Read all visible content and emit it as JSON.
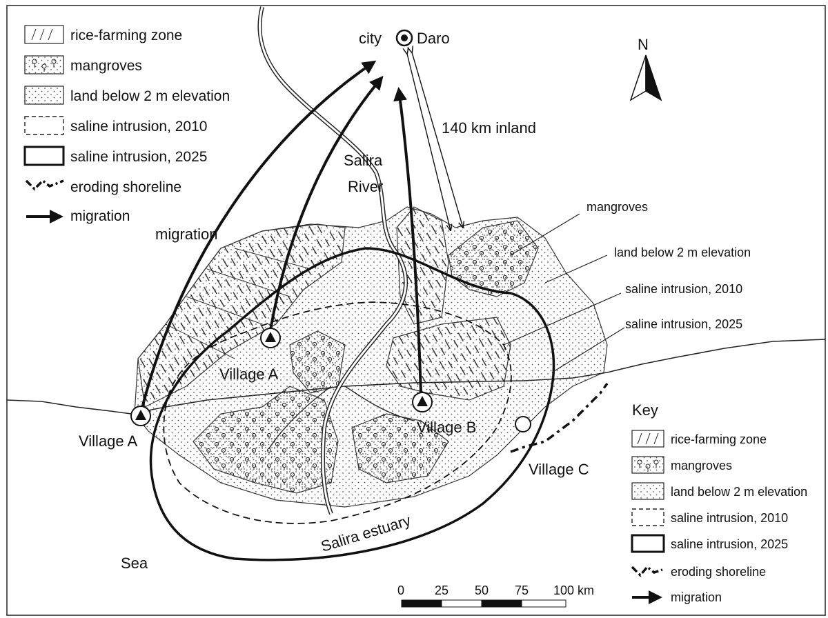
{
  "legend_top": {
    "items": [
      {
        "symbol": "rice",
        "label": "rice-farming zone"
      },
      {
        "symbol": "mangrove",
        "label": "mangroves"
      },
      {
        "symbol": "lowland",
        "label": "land below 2 m elevation"
      },
      {
        "symbol": "dashed",
        "label": "saline intrusion, 2010"
      },
      {
        "symbol": "bold",
        "label": "saline intrusion, 2025"
      },
      {
        "symbol": "erode",
        "label": "eroding shoreline"
      },
      {
        "symbol": "arrow",
        "label": "migration"
      }
    ]
  },
  "legend_key": {
    "title": "Key",
    "items": [
      {
        "symbol": "rice",
        "label": "rice-farming zone"
      },
      {
        "symbol": "mangrove",
        "label": "mangroves"
      },
      {
        "symbol": "lowland",
        "label": "land below 2 m elevation"
      },
      {
        "symbol": "dashed",
        "label": "saline intrusion, 2010"
      },
      {
        "symbol": "bold",
        "label": "saline intrusion, 2025"
      },
      {
        "symbol": "erode",
        "label": "eroding shoreline"
      },
      {
        "symbol": "arrow",
        "label": "migration"
      }
    ]
  },
  "places": {
    "city_prefix": "city",
    "city_name": "Daro",
    "village_a_coast": "Village A",
    "village_a_inland": "Village A",
    "village_b": "Village B",
    "village_c": "Village C",
    "sea": "Sea",
    "river_line1": "Salira",
    "river_line2": "River",
    "estuary": "Salira estuary"
  },
  "annotations": {
    "distance": "140 km inland",
    "migration": "migration",
    "callout_mangroves": "mangroves",
    "callout_lowland": "land below 2 m elevation",
    "callout_saline_2010": "saline intrusion, 2010",
    "callout_saline_2025": "saline intrusion, 2025"
  },
  "north_label": "N",
  "scale_bar": {
    "ticks": [
      "0",
      "25",
      "50",
      "75",
      "100 km"
    ]
  }
}
